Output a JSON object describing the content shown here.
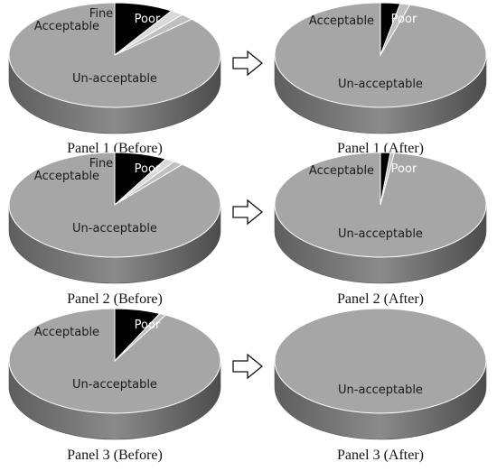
{
  "chart_data": [
    {
      "type": "pie",
      "title": "Panel 1 (Before)",
      "categories": [
        "Poor",
        "Fine",
        "Acceptable",
        "Un-acceptable"
      ],
      "values": [
        9,
        2,
        2,
        87
      ],
      "colors": [
        "#000000",
        "#d9d9d9",
        "#bfbfbf",
        "#a6a6a6"
      ],
      "label_colors": [
        "#ffffff",
        "#1a1a1a",
        "#1a1a1a",
        "#1a1a1a"
      ]
    },
    {
      "type": "pie",
      "title": "Panel 1 (After)",
      "categories": [
        "Poor",
        "Acceptable",
        "Un-acceptable"
      ],
      "values": [
        3,
        1.5,
        95.5
      ],
      "colors": [
        "#000000",
        "#bfbfbf",
        "#a6a6a6"
      ],
      "label_colors": [
        "#ffffff",
        "#1a1a1a",
        "#1a1a1a"
      ]
    },
    {
      "type": "pie",
      "title": "Panel 2 (Before)",
      "categories": [
        "Poor",
        "Fine",
        "Acceptable",
        "Un-acceptable"
      ],
      "values": [
        8,
        1.5,
        1.5,
        89
      ],
      "colors": [
        "#000000",
        "#d9d9d9",
        "#bfbfbf",
        "#a6a6a6"
      ],
      "label_colors": [
        "#ffffff",
        "#1a1a1a",
        "#1a1a1a",
        "#1a1a1a"
      ]
    },
    {
      "type": "pie",
      "title": "Panel 2 (After)",
      "categories": [
        "Poor",
        "Acceptable",
        "Un-acceptable"
      ],
      "values": [
        1.5,
        0.6,
        97.9
      ],
      "colors": [
        "#000000",
        "#bfbfbf",
        "#a6a6a6"
      ],
      "label_colors": [
        "#ffffff",
        "#1a1a1a",
        "#1a1a1a"
      ]
    },
    {
      "type": "pie",
      "title": "Panel 3 (Before)",
      "categories": [
        "Poor",
        "Acceptable",
        "Un-acceptable"
      ],
      "values": [
        7,
        1,
        92
      ],
      "colors": [
        "#000000",
        "#bfbfbf",
        "#a6a6a6"
      ],
      "label_colors": [
        "#ffffff",
        "#1a1a1a",
        "#1a1a1a"
      ]
    },
    {
      "type": "pie",
      "title": "Panel 3 (After)",
      "categories": [
        "Un-acceptable"
      ],
      "values": [
        100
      ],
      "colors": [
        "#a6a6a6"
      ],
      "label_colors": [
        "#1a1a1a"
      ]
    }
  ],
  "arrow_count": 3
}
